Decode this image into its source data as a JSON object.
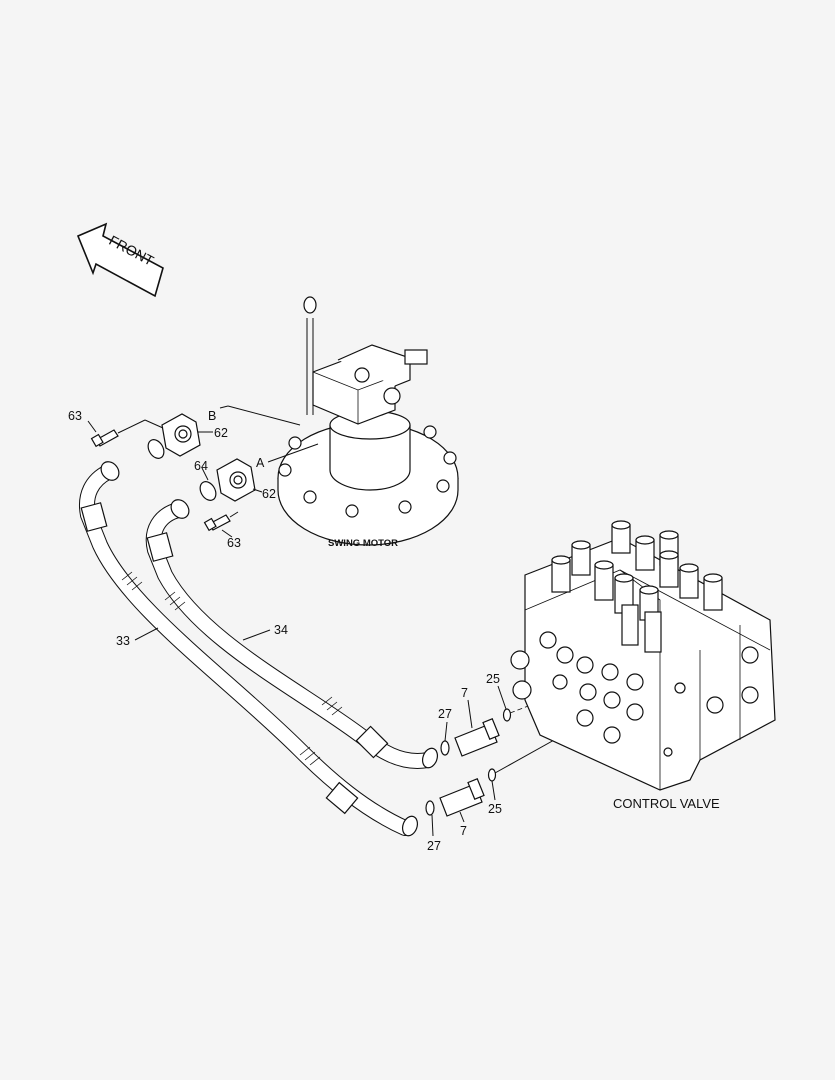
{
  "front_label": "FRONT",
  "captions": {
    "swing_motor": "SWING MOTOR",
    "control_valve": "CONTROL VALVE"
  },
  "port_labels": {
    "a": "A",
    "b": "B"
  },
  "callouts": {
    "c63_top": "63",
    "c62_top": "62",
    "c64": "64",
    "c62_mid": "62",
    "c63_mid": "63",
    "c33": "33",
    "c34": "34",
    "c27_upper": "27",
    "c7_upper": "7",
    "c25_upper": "25",
    "c7_lower": "7",
    "c27_lower": "27",
    "c25_lower": "25"
  }
}
